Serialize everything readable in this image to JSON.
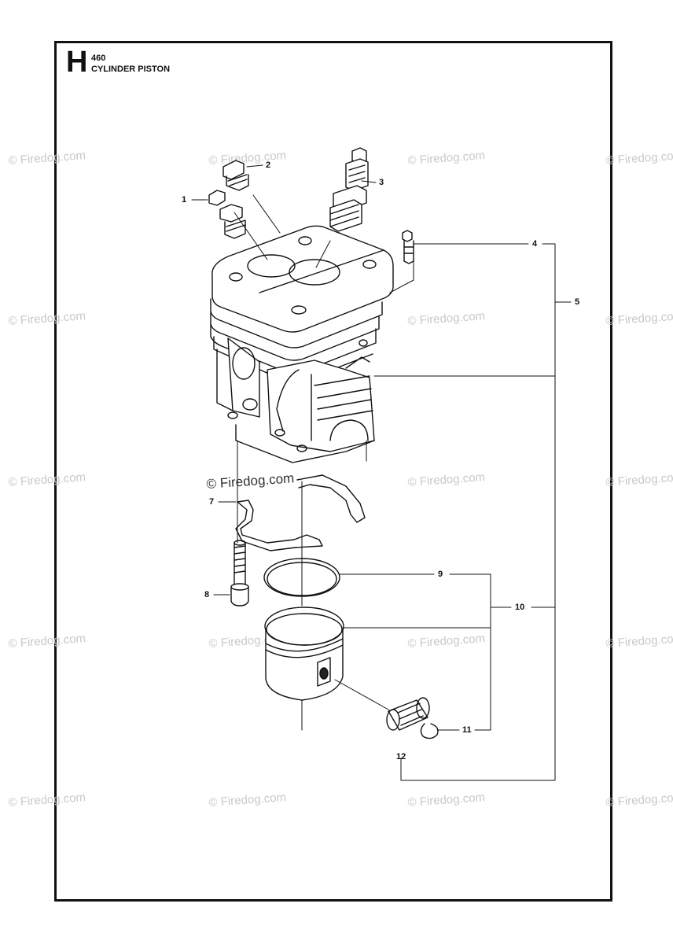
{
  "header": {
    "section_letter": "H",
    "model": "460",
    "title": "CYLINDER PISTON"
  },
  "watermark": {
    "text": "© Firedog.com",
    "feature_text": "© Firedog.com"
  },
  "callouts": [
    "1",
    "2",
    "3",
    "4",
    "5",
    "7",
    "8",
    "9",
    "10",
    "11",
    "12"
  ],
  "colors": {
    "line": "#111111",
    "watermark": "#c9c9c9",
    "border": "#111111"
  }
}
